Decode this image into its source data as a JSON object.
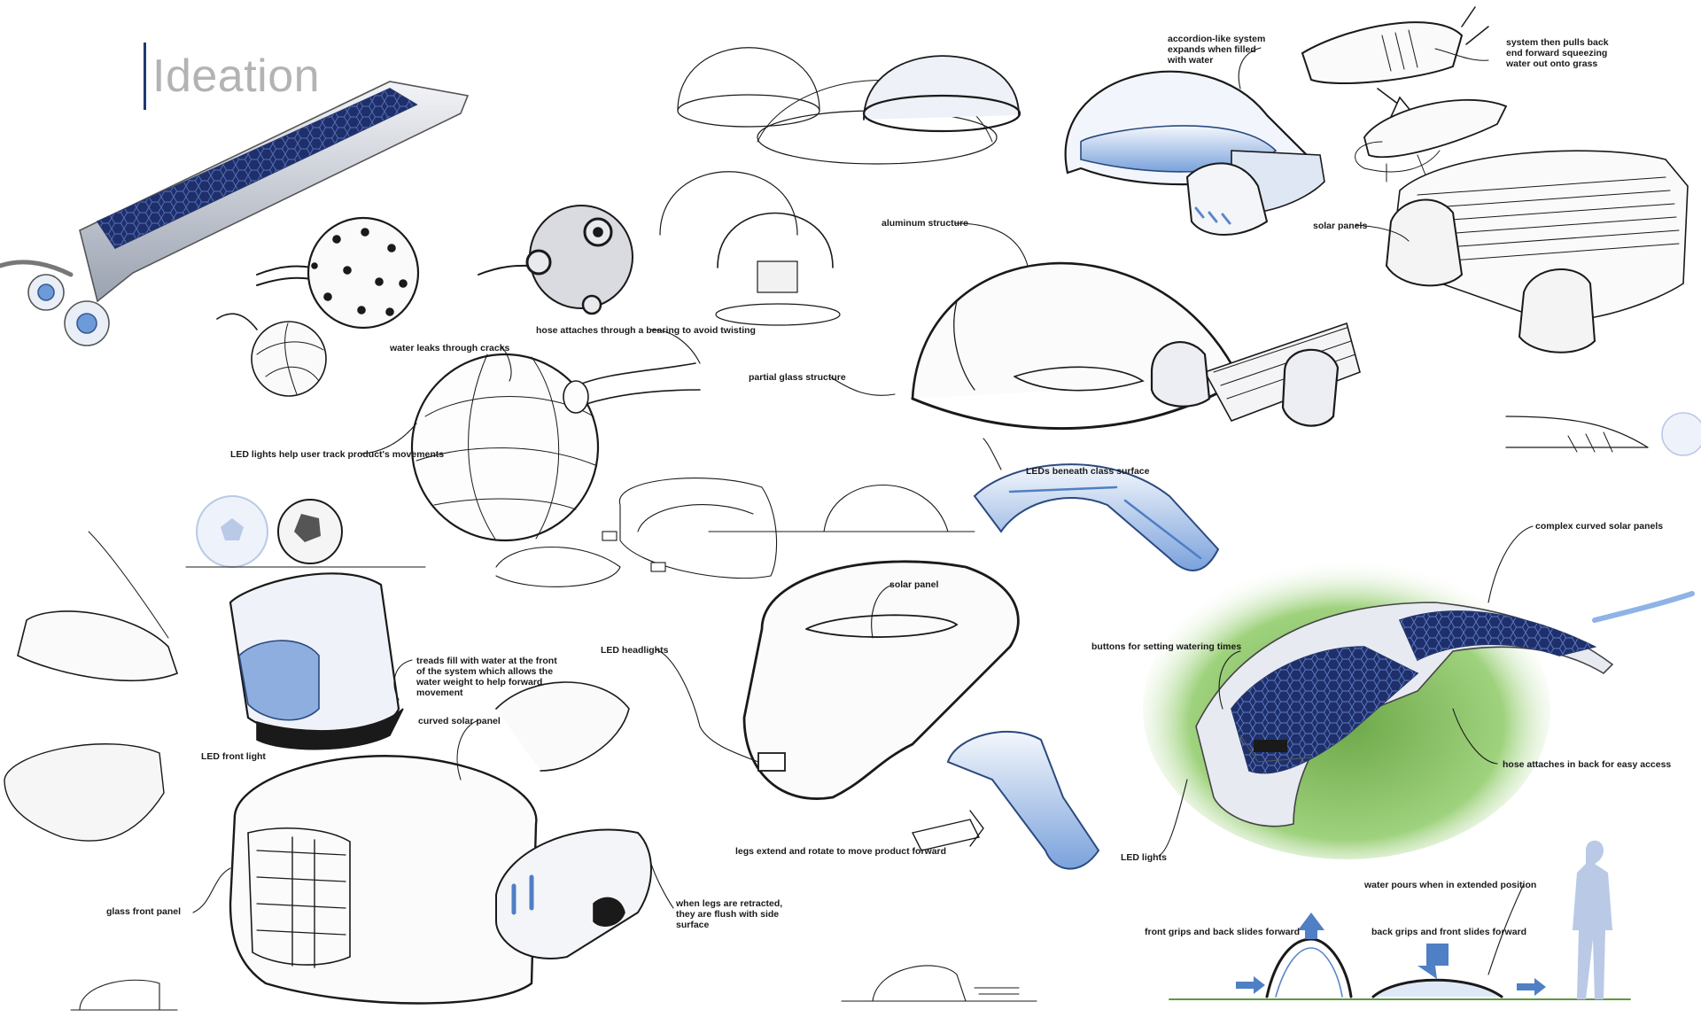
{
  "title": "Ideation",
  "annotations": {
    "accordion": "accordion-like system expands when filled with water",
    "pulls_back": "system then pulls back end forward squeezing water out onto grass",
    "aluminum": "aluminum structure",
    "solar_panels": "solar panels",
    "hose_bearing": "hose attaches through a bearing to avoid twisting",
    "water_leaks": "water leaks through cracks",
    "led_track": "LED lights help user track product's movements",
    "partial_glass": "partial glass structure",
    "leds_beneath": "LEDs beneath class surface",
    "complex_solar": "complex curved solar panels",
    "solar_panel": "solar panel",
    "treads": "treads fill with water at the front of the system which allows the water weight to help forward movement",
    "led_headlights": "LED headlights",
    "buttons": "buttons for setting watering times",
    "curved_solar": "curved solar panel",
    "led_front": "LED front light",
    "hose_back": "hose attaches in back for easy access",
    "legs_extend": "legs extend and rotate to move product forward",
    "led_lights": "LED lights",
    "glass_front": "glass front panel",
    "legs_retracted": "when legs are retracted, they are flush with side surface",
    "water_pours": "water pours when in extended position",
    "front_grips": "front grips and back slides forward",
    "back_grips": "back grips and front slides forward"
  },
  "colors": {
    "title_bar": "#1d3b6e",
    "title_text": "#b3b3b3",
    "sketch_line": "#1a1a1a",
    "glass_blue": "#5b86c9",
    "solar_dark": "#1e2f6b",
    "grass": "#8cc26b",
    "arrow_blue": "#4f7fc4",
    "figure_blue": "#b9c9e6"
  }
}
